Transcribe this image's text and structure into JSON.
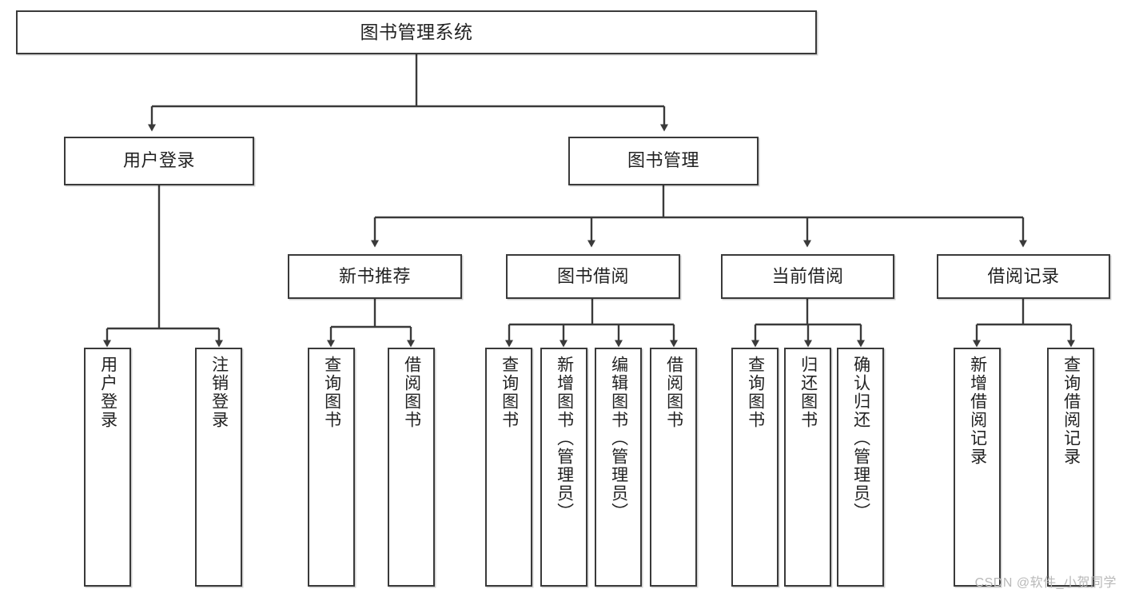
{
  "diagram": {
    "title": "图书管理系统",
    "type": "hierarchy-tree",
    "watermark": "CSDN @软件_小贺同学",
    "colors": {
      "box_border": "#3a3a3a",
      "box_fill": "#ffffff",
      "text": "#222222",
      "edge": "#3a3a3a",
      "watermark": "#b9b9b9",
      "background": "#ffffff"
    },
    "levels": {
      "root": {
        "label": "图书管理系统"
      },
      "level2": [
        {
          "label": "用户登录"
        },
        {
          "label": "图书管理"
        }
      ],
      "level3": [
        {
          "label": "新书推荐"
        },
        {
          "label": "图书借阅"
        },
        {
          "label": "当前借阅"
        },
        {
          "label": "借阅记录"
        }
      ],
      "leaves": {
        "user_login": [
          {
            "label": "用户登录"
          },
          {
            "label": "注销登录"
          }
        ],
        "new_book_recommend": [
          {
            "label": "查询图书"
          },
          {
            "label": "借阅图书"
          }
        ],
        "book_borrow": [
          {
            "label": "查询图书"
          },
          {
            "label": "新增图书（管理员）"
          },
          {
            "label": "编辑图书（管理员）"
          },
          {
            "label": "借阅图书"
          }
        ],
        "current_borrow": [
          {
            "label": "查询图书"
          },
          {
            "label": "归还图书"
          },
          {
            "label": "确认归还（管理员）"
          }
        ],
        "borrow_record": [
          {
            "label": "新增借阅记录"
          },
          {
            "label": "查询借阅记录"
          }
        ]
      }
    }
  }
}
